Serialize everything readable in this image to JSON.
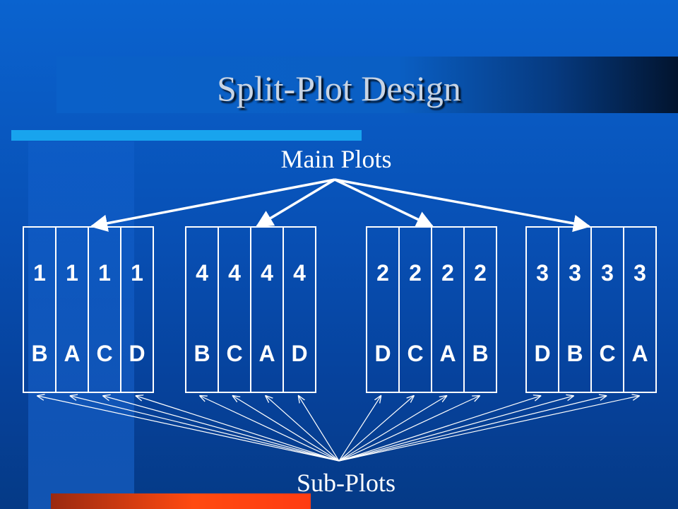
{
  "title": "Split-Plot Design",
  "main_label": "Main Plots",
  "sub_label": "Sub-Plots",
  "main_plots": [
    {
      "number": "1",
      "subplots": [
        "B",
        "A",
        "C",
        "D"
      ]
    },
    {
      "number": "4",
      "subplots": [
        "B",
        "C",
        "A",
        "D"
      ]
    },
    {
      "number": "2",
      "subplots": [
        "D",
        "C",
        "A",
        "B"
      ]
    },
    {
      "number": "3",
      "subplots": [
        "D",
        "B",
        "C",
        "A"
      ]
    }
  ],
  "colors": {
    "background": "#0850b5",
    "accent_bar": "#18a4ee",
    "orange_bar": "#ff4a10",
    "title_text": "#c8d4e4",
    "lines": "#ffffff"
  }
}
